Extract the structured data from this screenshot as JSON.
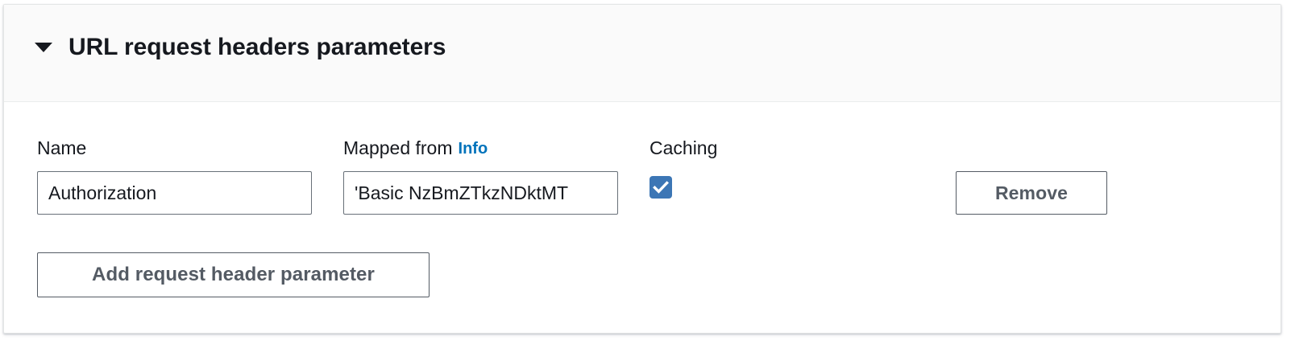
{
  "panel": {
    "title": "URL request headers parameters",
    "expanded": true,
    "caret_icon": "chevron-down-icon"
  },
  "form": {
    "columns": {
      "name_label": "Name",
      "mapped_from_label": "Mapped from",
      "mapped_from_info_link": "Info",
      "caching_label": "Caching"
    },
    "rows": [
      {
        "name_value": "Authorization",
        "mapped_from_value": "'Basic NzBmZTkzNDktMT",
        "caching_checked": true,
        "remove_label": "Remove"
      }
    ],
    "add_button_label": "Add request header parameter"
  },
  "colors": {
    "header_background": "#fafafa",
    "panel_background": "#ffffff",
    "panel_border": "#e4e6e6",
    "divider": "#eaeded",
    "text_primary": "#16191f",
    "link_blue": "#0073bb",
    "checkbox_blue": "#3c76b5",
    "button_border": "#545b64",
    "button_text": "#545b64",
    "input_border": "#687078"
  }
}
